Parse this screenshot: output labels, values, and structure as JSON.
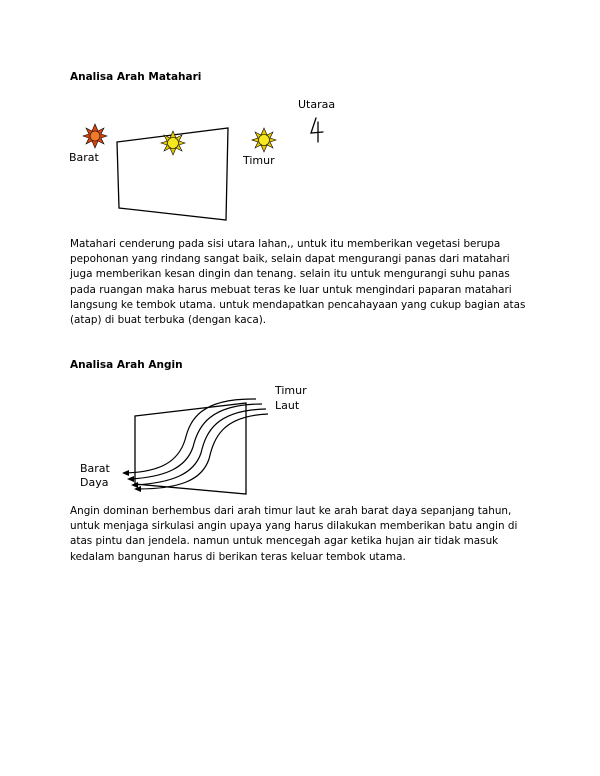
{
  "section_sun": {
    "heading": "Analisa Arah Matahari",
    "labels": {
      "north": "Utaraa",
      "west": "Barat",
      "east": "Timur"
    },
    "paragraph": "Matahari cenderung pada sisi utara lahan,, untuk itu memberikan vegetasi berupa pepohonan yang rindang sangat baik, selain dapat mengurangi panas dari matahari juga memberikan kesan dingin dan tenang. selain itu untuk mengurangi suhu panas pada ruangan maka harus mebuat teras ke luar untuk mengindari paparan matahari langsung ke tembok utama. untuk mendapatkan pencahayaan yang cukup bagian atas (atap) di buat terbuka (dengan kaca)."
  },
  "section_wind": {
    "heading": "Analisa Arah Angin",
    "labels": {
      "from_line1": "Timur",
      "from_line2": "Laut",
      "to_line1": "Barat",
      "to_line2": "Daya"
    },
    "paragraph": "Angin dominan berhembus dari arah timur laut ke arah barat daya sepanjang tahun, untuk menjaga sirkulasi angin upaya yang harus dilakukan memberikan batu angin di atas pintu dan jendela. namun untuk mencegah agar ketika hujan air tidak masuk kedalam bangunan harus di berikan teras keluar tembok utama."
  },
  "colors": {
    "sun_west": "#e8581c",
    "sun_center": "#f6e81f",
    "sun_east": "#f6e81f"
  },
  "icons": {
    "north_mark": "hand-drawn-4",
    "sun": "sun-icon",
    "wind": "wind-arrow-icon"
  }
}
